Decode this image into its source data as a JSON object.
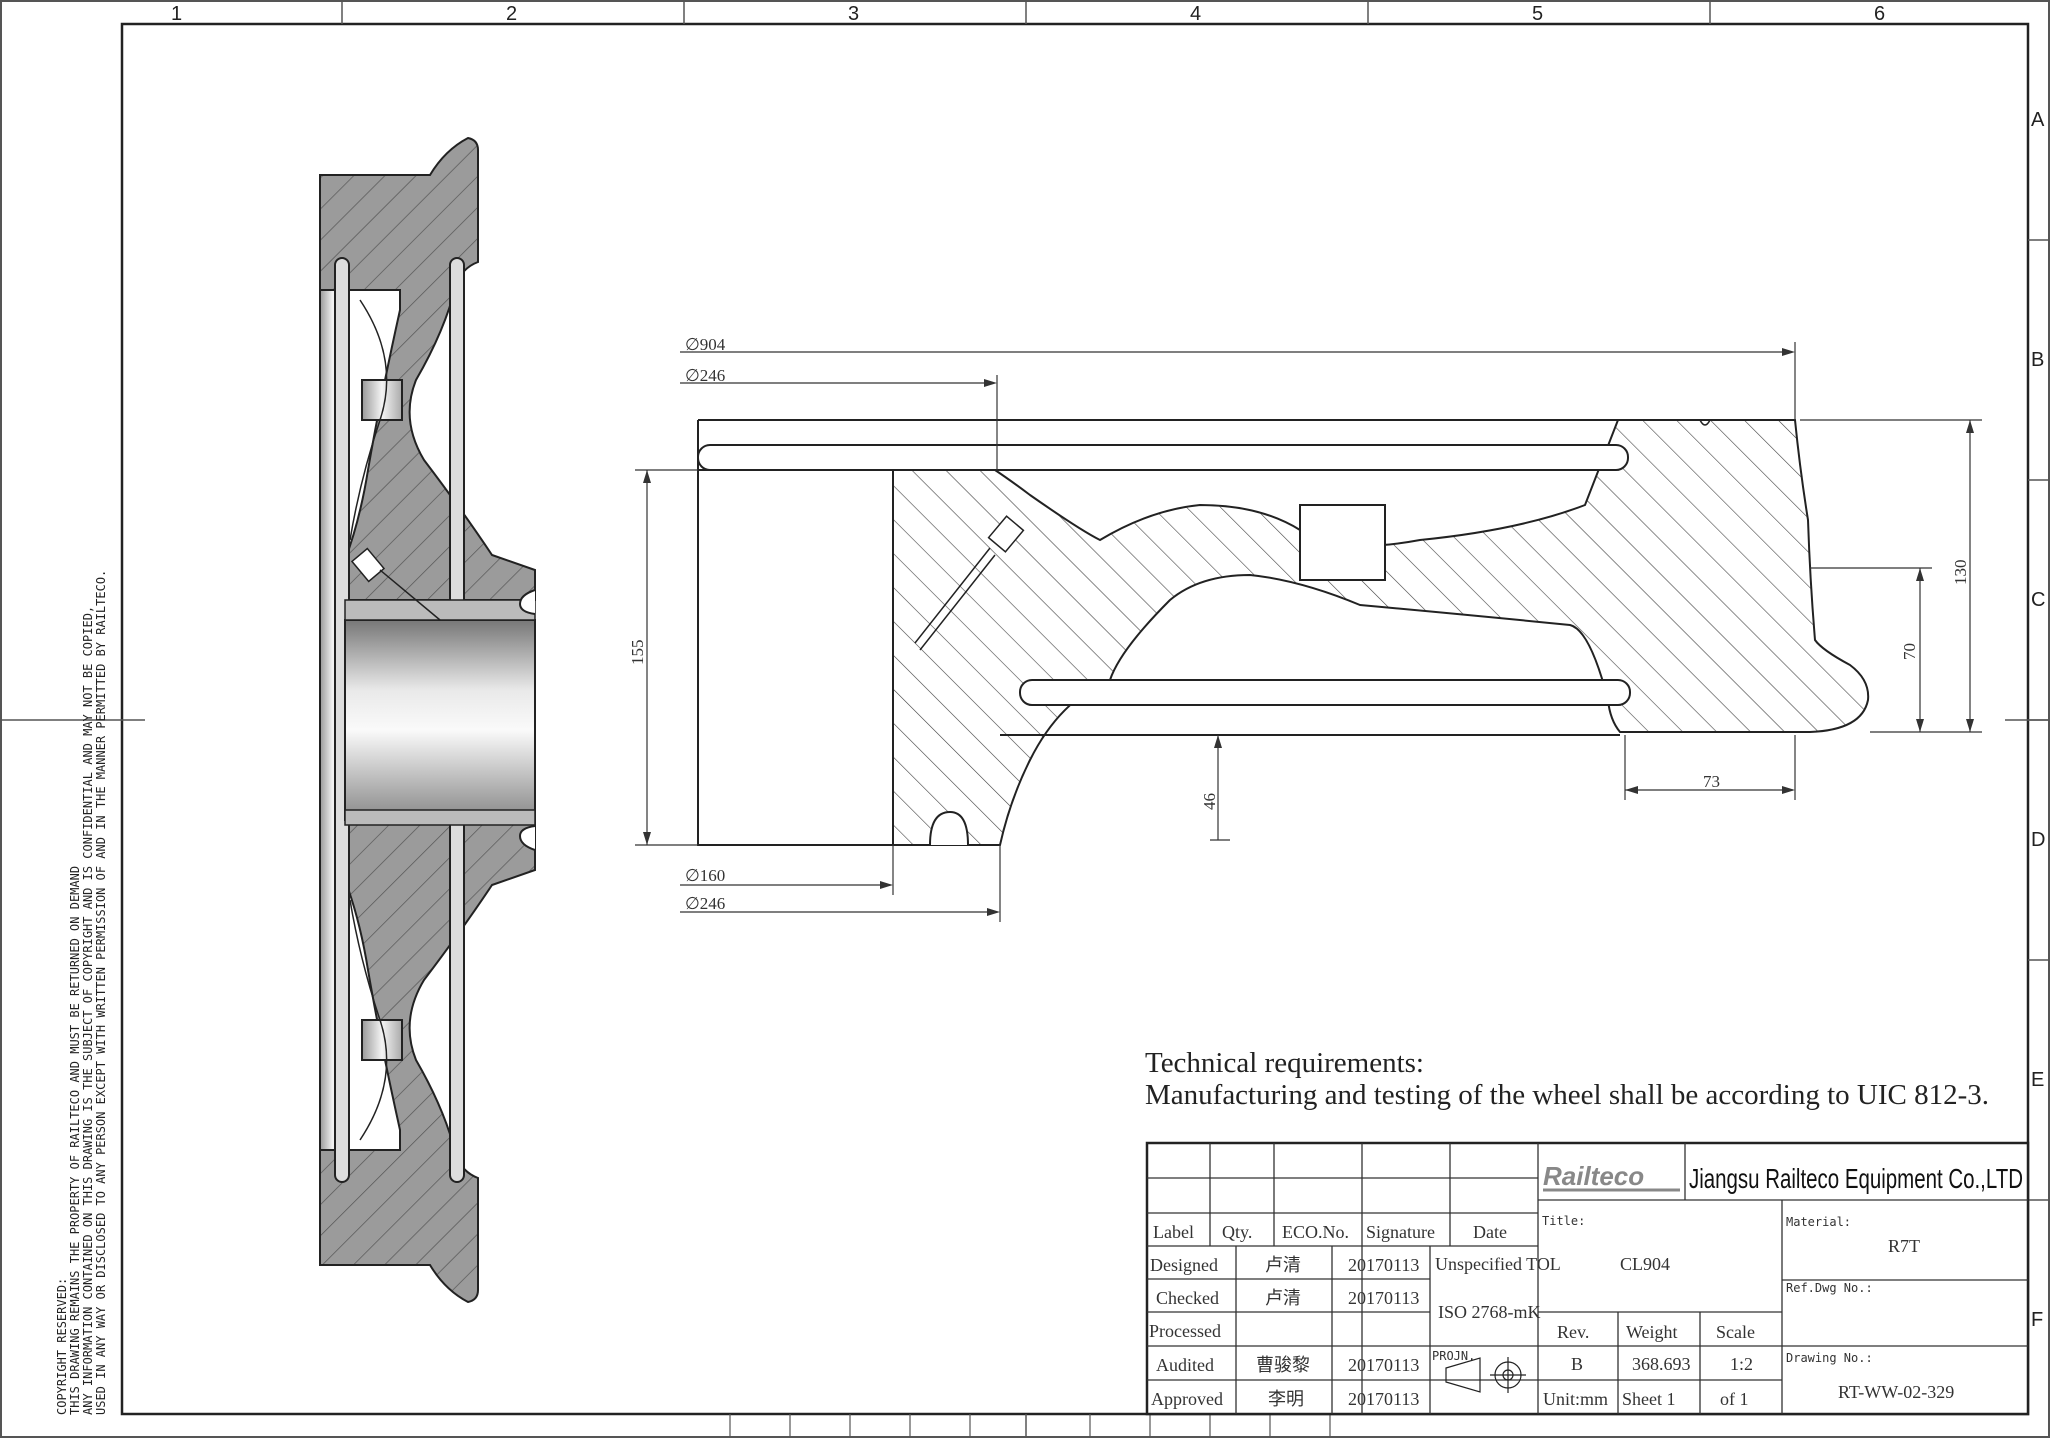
{
  "border": {
    "columns": [
      "1",
      "2",
      "3",
      "4",
      "5",
      "6"
    ],
    "rows": [
      "A",
      "B",
      "C",
      "D",
      "E",
      "F"
    ]
  },
  "copyright": [
    "COPYRIGHT RESERVED:",
    "THIS DRAWING REMAINS THE PROPERTY OF RAILTECO AND MUST BE RETURNED ON DEMAND",
    "ANY INFORMATION CONTAINED ON THIS DRAWING IS THE SUBJECT OF COPYRIGHT AND IS CONFIDENTIAL AND MAY NOT BE COPIED,",
    "USED IN ANY WAY OR DISCLOSED TO ANY PERSON EXCEPT WITH WRITTEN PERMISSION OF AND IN THE MANNER PERMITTED BY RAILTECO."
  ],
  "dimensions": {
    "d904": "∅904",
    "d246_top": "∅246",
    "d160": "∅160",
    "d246_bottom": "∅246",
    "h155": "155",
    "h130": "130",
    "h70": "70",
    "h46": "46",
    "w73": "73"
  },
  "requirements": {
    "heading": "Technical requirements:",
    "text": "Manufacturing and testing of the wheel shall be according to UIC 812-3."
  },
  "title_block": {
    "brand": "Railteco",
    "company": "Jiangsu Railteco Equipment Co.,LTD",
    "headers": {
      "label": "Label",
      "qty": "Qty.",
      "eco": "ECO.No.",
      "signature": "Signature",
      "date": "Date"
    },
    "rows": [
      {
        "role": "Designed",
        "name": "卢清",
        "date": "20170113"
      },
      {
        "role": "Checked",
        "name": "卢清",
        "date": "20170113"
      },
      {
        "role": "Processed",
        "name": "",
        "date": ""
      },
      {
        "role": "Audited",
        "name": "曹骏黎",
        "date": "20170113"
      },
      {
        "role": "Approved",
        "name": "李明",
        "date": "20170113"
      }
    ],
    "tolerance_1": "Unspecified TOL",
    "tolerance_2": "ISO 2768-mK",
    "projection_label": "PROJN.",
    "title_label": "Title:",
    "title": "CL904",
    "material_label": "Material:",
    "material": "R7T",
    "ref_label": "Ref.Dwg No.:",
    "rev_label": "Rev.",
    "weight_label": "Weight",
    "scale_label": "Scale",
    "rev": "B",
    "weight": "368.693",
    "scale": "1:2",
    "unit": "Unit:mm",
    "sheet": "Sheet 1",
    "of": "of 1",
    "drawing_no_label": "Drawing No.:",
    "drawing_no": "RT-WW-02-329"
  }
}
